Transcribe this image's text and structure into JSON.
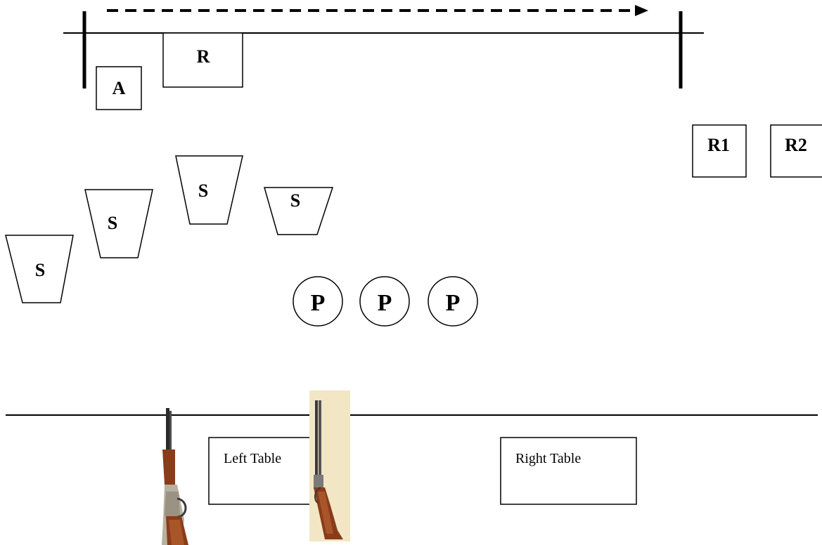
{
  "stage_labels": {
    "a": "A",
    "r": "R",
    "r1": "R1",
    "r2": "R2"
  },
  "steel_label": "S",
  "pistol_label": "P",
  "tables": {
    "left": "Left Table",
    "right": "Right Table"
  },
  "icons": {
    "rifle": "lever-action-rifle-icon",
    "shotgun": "double-barrel-shotgun-icon"
  },
  "colors": {
    "stroke": "#000000",
    "shotgun_background": "#f3e6c4",
    "wood": "#8a3b1a"
  }
}
